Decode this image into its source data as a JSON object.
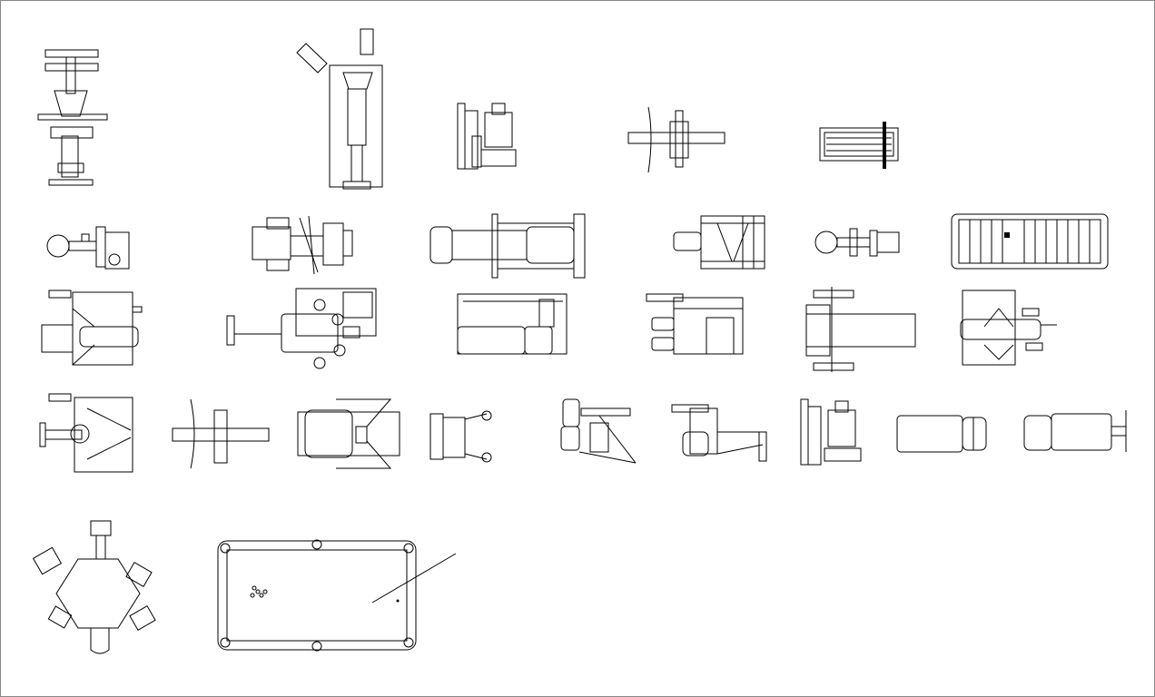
{
  "colors": {
    "background": "#ffffff",
    "line": "#000000",
    "frame": "#888888"
  },
  "symbols": [
    {
      "id": "weight-stack-machine-top"
    },
    {
      "id": "leg-press-machine"
    },
    {
      "id": "seated-row-machine-small"
    },
    {
      "id": "preacher-curl-station"
    },
    {
      "id": "treadmill-small"
    },
    {
      "id": "lat-pulldown-station"
    },
    {
      "id": "multi-press-machine"
    },
    {
      "id": "flat-bench-long"
    },
    {
      "id": "leg-extension-frame"
    },
    {
      "id": "cable-station-small"
    },
    {
      "id": "treadmill-large"
    },
    {
      "id": "chest-fly-machine"
    },
    {
      "id": "multi-station-gym"
    },
    {
      "id": "incline-bench-rack"
    },
    {
      "id": "leg-curl-machine"
    },
    {
      "id": "flat-bench-press"
    },
    {
      "id": "pec-deck-machine"
    },
    {
      "id": "smith-machine"
    },
    {
      "id": "curl-bench"
    },
    {
      "id": "abdominal-crunch-machine"
    },
    {
      "id": "elliptical-trainer"
    },
    {
      "id": "hack-squat-rack"
    },
    {
      "id": "seated-leg-press"
    },
    {
      "id": "rowing-station"
    },
    {
      "id": "padded-bench"
    },
    {
      "id": "adjustable-bench"
    },
    {
      "id": "hexagonal-multi-gym"
    },
    {
      "id": "pool-table"
    }
  ]
}
